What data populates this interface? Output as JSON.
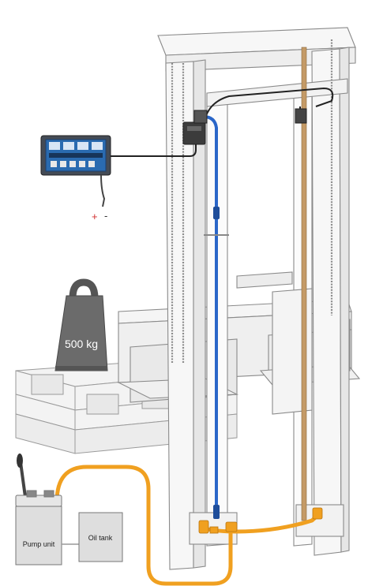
{
  "weight": {
    "label": "500 kg"
  },
  "power": {
    "plus": "+",
    "minus": "-"
  },
  "pump": {
    "label": "Pump unit"
  },
  "tank": {
    "label": "Oil tank"
  },
  "colors": {
    "hose_orange": "#f0a020",
    "cable_blue": "#2a66c8",
    "cable_black": "#222222",
    "weight_grey": "#6b6b6b",
    "display_blue": "#2a6bb0",
    "display_body": "#444b55",
    "outline": "#8a8a8a",
    "panel_fill": "#f1f1f1"
  },
  "icons": [
    "display-unit-icon",
    "weight-icon",
    "pump-lever-icon",
    "pressure-sensor-icon"
  ]
}
